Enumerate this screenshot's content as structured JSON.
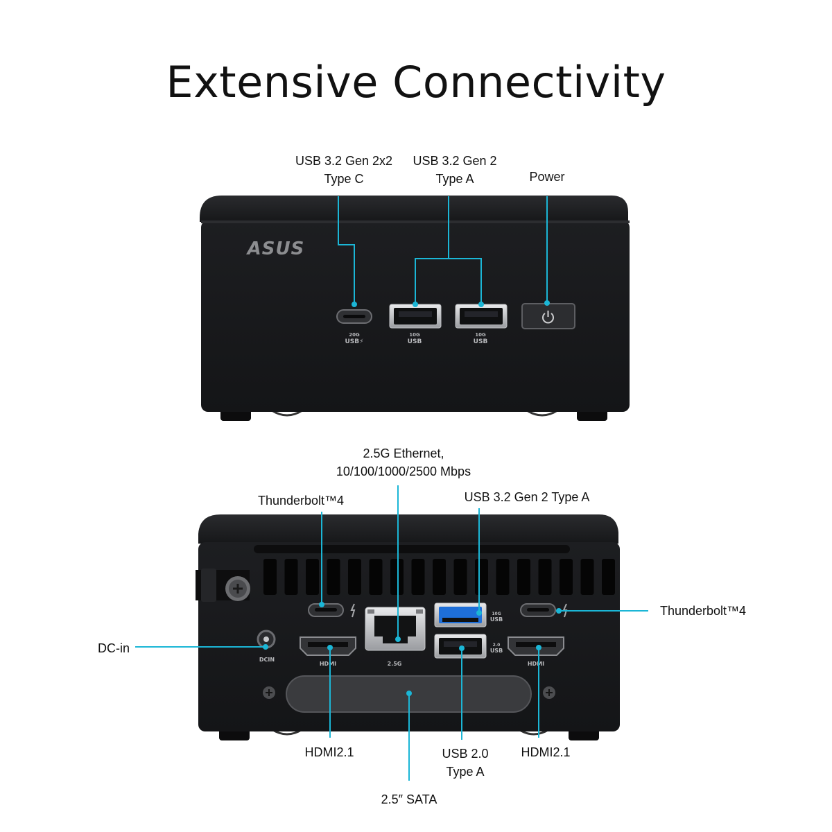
{
  "title": "Extensive Connectivity",
  "front": {
    "brand_logo": "ASUS",
    "labels": {
      "usbc": [
        "USB 3.2 Gen 2x2",
        "Type C"
      ],
      "usba": [
        "USB 3.2 Gen 2",
        "Type A"
      ],
      "power": "Power"
    },
    "port_marks": {
      "usbc_speed": "20G",
      "usbc_name": "USB⚡",
      "usba1_speed": "10G",
      "usba1_name": "USB",
      "usba2_speed": "10G",
      "usba2_name": "USB"
    }
  },
  "rear": {
    "labels": {
      "ethernet": [
        "2.5G Ethernet,",
        "10/100/1000/2500 Mbps"
      ],
      "tb_left": "Thunderbolt™4",
      "usba_top": "USB 3.2 Gen 2 Type A",
      "tb_right": "Thunderbolt™4",
      "dcin": "DC-in",
      "hdmi_left": "HDMI2.1",
      "usb20": [
        "USB 2.0",
        "Type A"
      ],
      "hdmi_right": "HDMI2.1",
      "sata": "2.5″ SATA"
    },
    "port_marks": {
      "dcin": "DCIN",
      "hdmi_left": "HDMI",
      "lan": "2.5G",
      "usb_top_speed": "10G",
      "usb_top_name": "USB",
      "usb_bottom_speed": "2.0",
      "usb_bottom_name": "USB",
      "hdmi_right": "HDMI"
    }
  },
  "colors": {
    "leader": "#1bb6d6",
    "case": "#1b1c1e",
    "usb_blue": "#1e6fd9"
  },
  "icons": [
    "power-icon",
    "thunderbolt-icon",
    "screw-icon"
  ]
}
